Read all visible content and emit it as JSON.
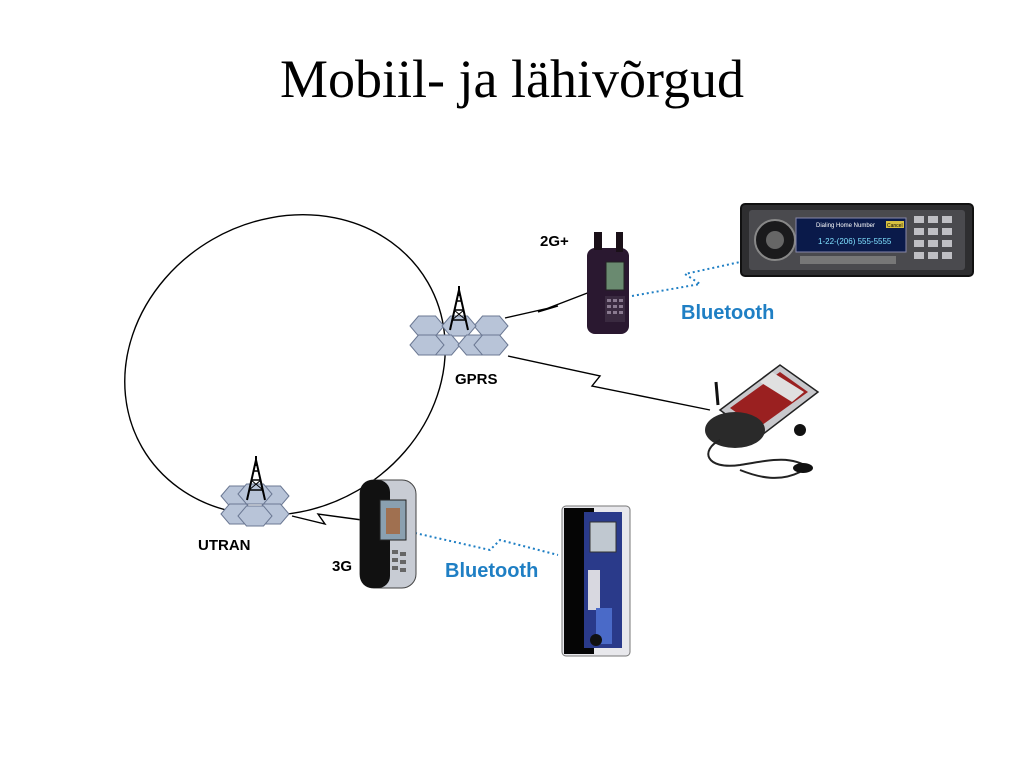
{
  "slide": {
    "title": "Mobiil- ja lähivõrgud"
  },
  "labels": {
    "gprs": "GPRS",
    "utran": "UTRAN",
    "gen_2g": "2G+",
    "gen_3g": "3G",
    "bluetooth_top": "Bluetooth",
    "bluetooth_bottom": "Bluetooth"
  },
  "car_radio": {
    "screen_line1": "Dialing Home Number",
    "screen_button": "Cancel",
    "screen_line2": "1-22-(206) 555-5555"
  },
  "colors": {
    "bluetooth": "#1f7fc4",
    "hex": "#b8c4d8",
    "text": "#000000"
  },
  "icons": [
    "cell-tower-icon",
    "mobile-phone-icon",
    "car-radio-icon",
    "pda-icon",
    "audio-player-icon"
  ]
}
